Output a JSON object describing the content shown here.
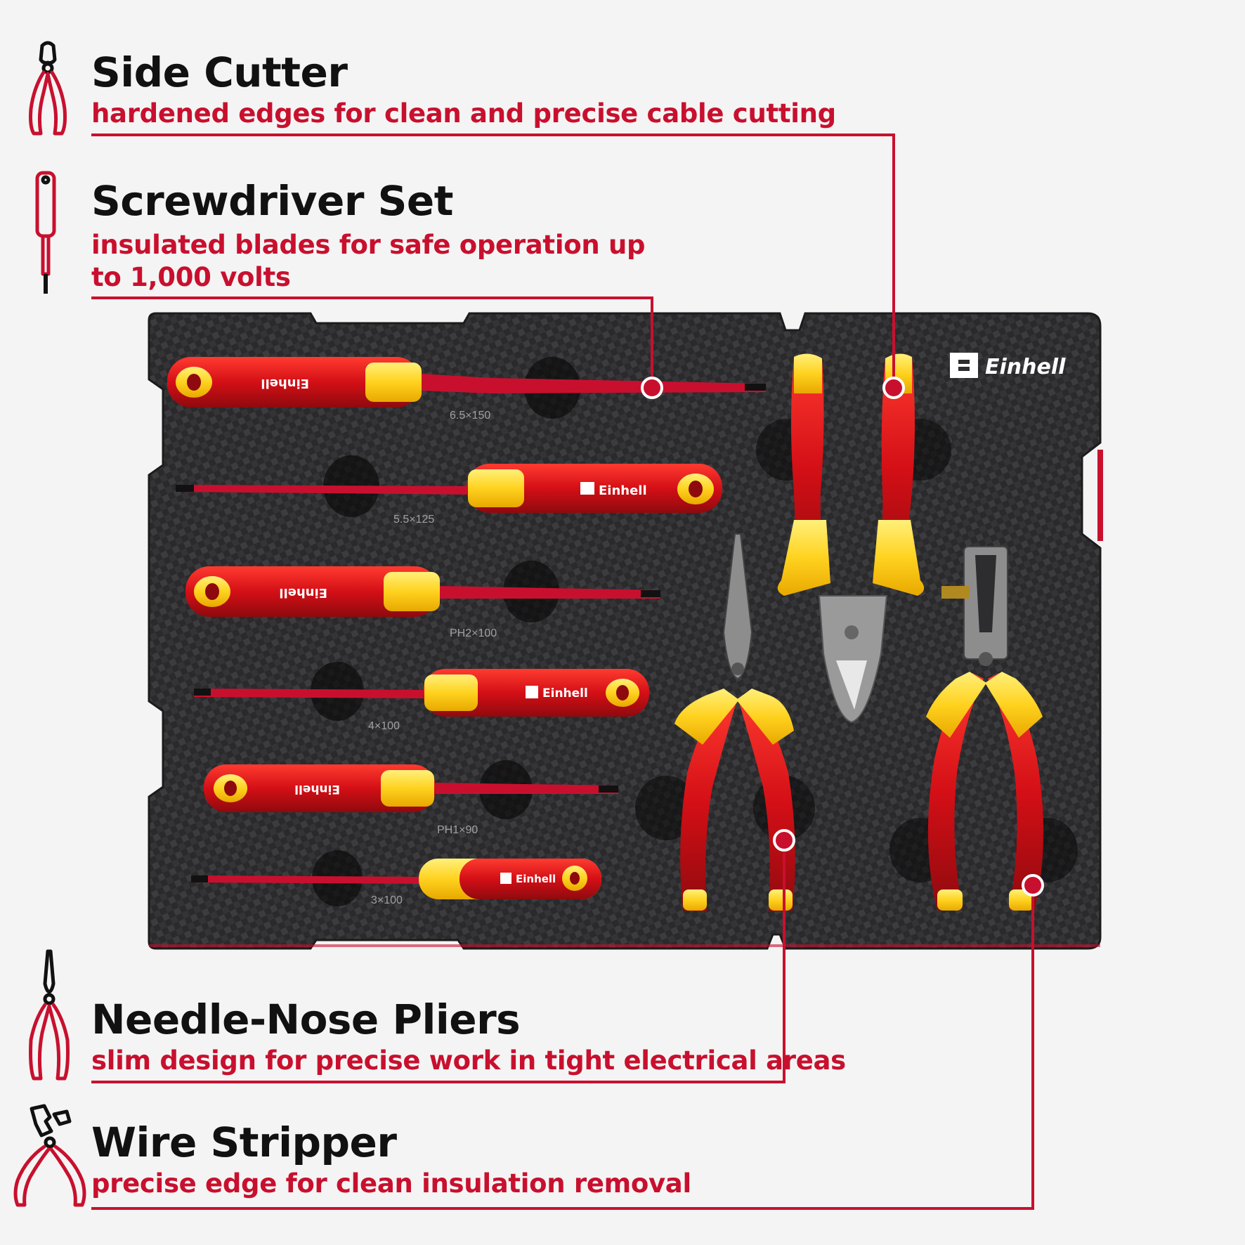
{
  "features": [
    {
      "title": "Side Cutter",
      "subtitle": "hardened edges for clean and precise cable cutting",
      "icon": "side-cutter-icon"
    },
    {
      "title": "Screwdriver Set",
      "subtitle_line1": "insulated blades for safe operation up",
      "subtitle_line2": "to 1,000 volts",
      "icon": "screwdriver-icon"
    },
    {
      "title": "Needle-Nose Pliers",
      "subtitle": "slim design for precise work in tight electrical areas",
      "icon": "needle-nose-pliers-icon"
    },
    {
      "title": "Wire Stripper",
      "subtitle": "precise edge for clean insulation removal",
      "icon": "wire-stripper-icon"
    }
  ],
  "tray": {
    "brand": "Einhell",
    "screwdriver_sizes": [
      "6.5×150",
      "5.5×125",
      "PH2×100",
      "4×100",
      "PH1×90",
      "3×100"
    ]
  },
  "colors": {
    "accent_red": "#c8102e",
    "handle_red": "#d40f16",
    "handle_yellow": "#ffd21f",
    "tray_dark": "#2d2d2f",
    "title_black": "#111111",
    "background": "#f4f4f4"
  }
}
